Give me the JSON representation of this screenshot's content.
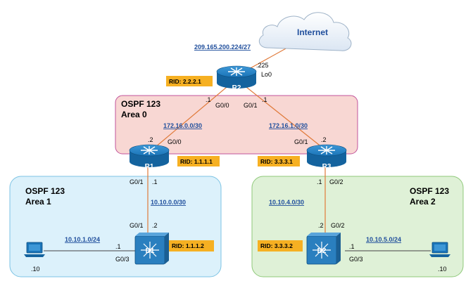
{
  "internet": {
    "label": "Internet"
  },
  "isp_network": "209.165.200.224/27",
  "r2": {
    "name": "R2",
    "rid": "RID: 2.2.2.1",
    "lo0_host": ".225",
    "lo0_iface": "Lo0",
    "g00_host": ".1",
    "g00_iface": "G0/0",
    "g01_host": ".1",
    "g01_iface": "G0/1"
  },
  "area0": {
    "title": "OSPF 123",
    "subtitle": "Area 0"
  },
  "area1": {
    "title": "OSPF 123",
    "subtitle": "Area 1"
  },
  "area2": {
    "title": "OSPF 123",
    "subtitle": "Area 2"
  },
  "r1": {
    "name": "R1",
    "rid": "RID: 1.1.1.1",
    "g00_host": ".2",
    "g00_iface": "G0/0",
    "g01_iface": "G0/1",
    "g01_host": ".1"
  },
  "r3": {
    "name": "R3",
    "rid": "RID: 3.3.3.1",
    "g01_iface": "G0/1",
    "g01_host": ".2",
    "g02_host": ".1",
    "g02_iface": "G0/2"
  },
  "d1": {
    "name": "D1",
    "rid": "RID: 1.1.1.2",
    "g01_iface": "G0/1",
    "g01_host": ".2",
    "g03_host": ".1",
    "g03_iface": "G0/3"
  },
  "d2": {
    "name": "D2",
    "rid": "RID: 3.3.3.2",
    "g02_host": ".2",
    "g02_iface": "G0/2",
    "g03_host": ".1",
    "g03_iface": "G0/3"
  },
  "networks": {
    "r2_r1": "172.16.0.0/30",
    "r2_r3": "172.16.1.0/30",
    "r1_d1": "10.10.0.0/30",
    "r3_d2": "10.10.4.0/30",
    "d1_lan": "10.10.1.0/24",
    "d2_lan": "10.10.5.0/24"
  },
  "pc1": {
    "host": ".10"
  },
  "pc2": {
    "host": ".10"
  },
  "colors": {
    "area0_fill": "#f8d7d3",
    "area1_fill": "#dcf1fb",
    "area2_fill": "#dff1d7",
    "router_blue": "#1a74b8",
    "switch_blue": "#2a7fbf",
    "rid_tag": "#f6b022",
    "link_orange": "#e07a3a",
    "network_text": "#1f4e9c"
  }
}
